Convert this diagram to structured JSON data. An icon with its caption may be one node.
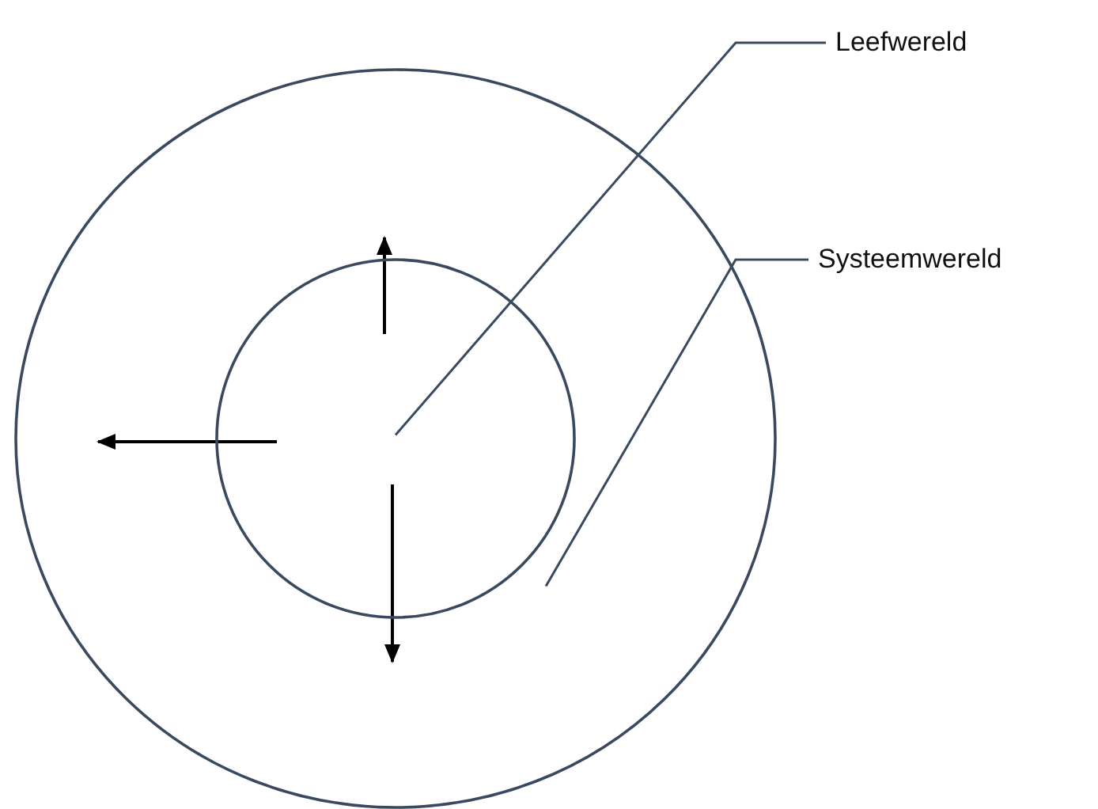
{
  "diagram": {
    "nodes": [
      {
        "text": [],
        "shape": "circle"
      },
      {
        "text": [],
        "shape": "circle",
        "in": 0
      },
      {
        "text": [
          "Leefwereld"
        ]
      },
      {
        "text": [
          "Systeemwereld"
        ]
      }
    ],
    "edges": [
      {
        "from": 2,
        "to": 1,
        "arrow": "none"
      },
      {
        "from": 3,
        "to": 0,
        "arrow": "none"
      }
    ]
  }
}
